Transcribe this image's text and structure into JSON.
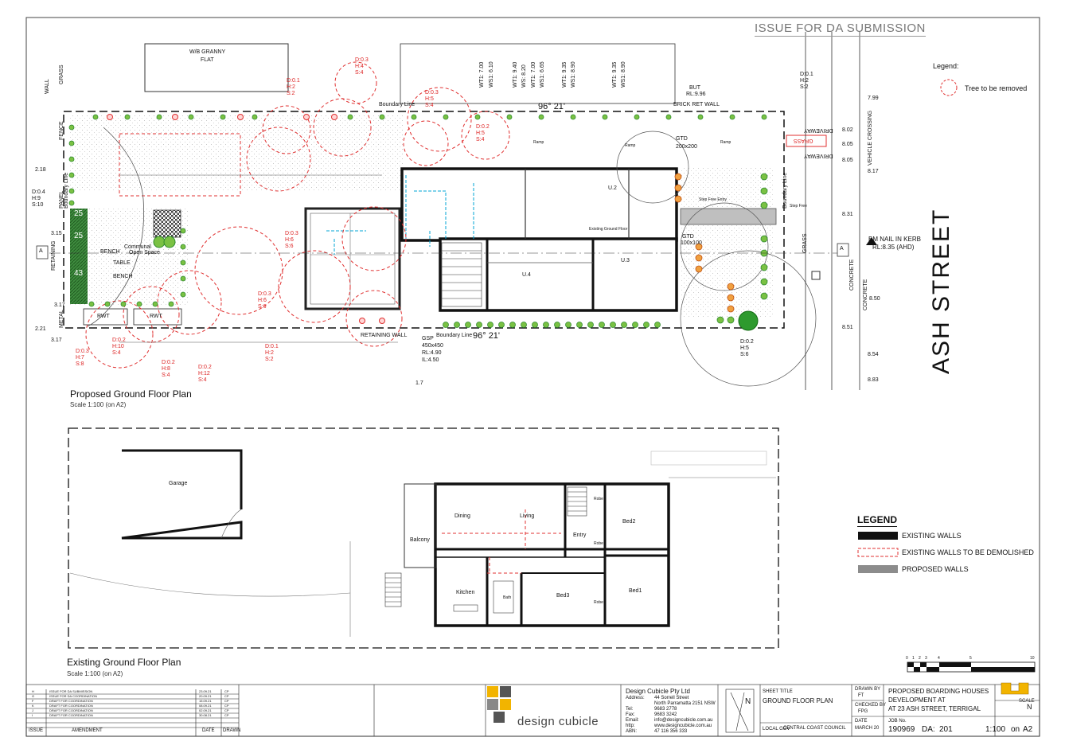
{
  "header": {
    "issue_label": "ISSUE FOR DA SUBMISSION"
  },
  "legend_trees": {
    "title": "Legend:",
    "item": "Tree to be removed"
  },
  "proposed_plan": {
    "title": "Proposed Ground Floor Plan",
    "scale": "Scale 1:100 (on A2)",
    "labels": {
      "granny_flat": "W/B GRANNY",
      "granny_flat2": "FLAT",
      "boundary_line_top": "Boundary Line",
      "boundary_line_bottom": "Boundary Line",
      "bearing_top": "96° 21'",
      "bearing_bottom": "96° 21'",
      "brick_ret_wall": "BRICK     RET     WALL",
      "retaining_wall_bottom": "RETAINING  WALL",
      "driveway1": "DRIVEWAY",
      "driveway2": "DRIVEWAY",
      "grass_tag": "GRASS",
      "vehicle_crossing": "VEHICLE CROSSING",
      "bm_nail": "BM NAIL IN KERB",
      "bm_rl": "RL:8.35 (AHD)",
      "grass_left": "GRASS",
      "wall_left": "WALL",
      "fence_left": "FENCE",
      "panel_left": "PANEL",
      "retaining_left": "RETAINING",
      "metal_left": "METAL",
      "concrete1": "CONCRETE",
      "concrete2": "CONCRETE",
      "grass_right": "GRASS",
      "communal": "Communal",
      "open_space": "Open Space",
      "table": "TABLE",
      "bench1": "BENCH",
      "bench2": "BENCH",
      "rwt1": "RWT",
      "rwt2": "RWT",
      "u2": "U.2",
      "u3": "U.3",
      "u4": "U.4",
      "gtd1": "GTD",
      "gtd1b": "200x200",
      "gtd2": "GTD",
      "gtd2b": "100x100",
      "gsp": "GSP",
      "gsp_size": "450x450",
      "gsp_rl": "RL:4.90",
      "gsp_il": "IL:4.50",
      "step_free1": "Step Free Entry",
      "step_free2": "Step Free",
      "existing_gf": "Existing Ground Floor",
      "section_a_left": "A",
      "section_a_right": "A",
      "boundary_left": "Boundary Line",
      "boundary_right": "Boundary Line",
      "ramp1": "Ramp",
      "ramp2": "Ramp",
      "ramp3": "Ramp",
      "but": "BUT",
      "rl_996": "RL:9.96",
      "tree_tags": [
        {
          "d": "D:0.3",
          "h": "H:4",
          "s": "S:4"
        },
        {
          "d": "D:0.1",
          "h": "H:2",
          "s": "S:2"
        },
        {
          "d": "D:0.3",
          "h": "H:5",
          "s": "S:4"
        },
        {
          "d": "D:0.2",
          "h": "H:5",
          "s": "S:4"
        },
        {
          "d": "D:0.3",
          "h": "H:6",
          "s": "S:6"
        },
        {
          "d": "D:0.3",
          "h": "H:6",
          "s": "S:6"
        },
        {
          "d": "D:0.3",
          "h": "H:7",
          "s": "S:8"
        },
        {
          "d": "D:0.2",
          "h": "H:10",
          "s": "S:4"
        },
        {
          "d": "D:0.1",
          "h": "H:2",
          "s": "S:2"
        },
        {
          "d": "D:0.2",
          "h": "H:8",
          "s": "S:4"
        },
        {
          "d": "D:0.2",
          "h": "H:12",
          "s": "S:4"
        },
        {
          "d": "D:0.1",
          "h": "H:2",
          "s": "S:2"
        },
        {
          "d": "D:0.2",
          "h": "H:5",
          "s": "S:6"
        },
        {
          "d": "D:0.4",
          "h": "H:9",
          "s": "S:10"
        }
      ],
      "levels_top": [
        "WT1: 7.00",
        "WS1: 6.10",
        "WT1: 9.40",
        "WS: 8.20",
        "WT1: 7.00",
        "WS1: 6.65",
        "WT1: 9.35",
        "WS1: 8.90",
        "WT1: 9.35",
        "WS1: 8.90"
      ],
      "spot_levels": [
        "2.18",
        "3.15",
        "3.17",
        "2.21",
        "3.17",
        "7.99",
        "8.02",
        "8.05",
        "8.05",
        "8.17",
        "8.31",
        "8.50",
        "8.51",
        "8.54",
        "8.83"
      ],
      "num_25a": "25",
      "num_25b": "25",
      "num_43": "43",
      "dim_bottom": "1.7"
    }
  },
  "street_name": "ASH     STREET",
  "existing_plan": {
    "title": "Existing Ground Floor Plan",
    "scale": "Scale 1:100 (on A2)",
    "rooms": {
      "garage": "Garage",
      "dining": "Dining",
      "living": "Living",
      "balcony": "Balcony",
      "entry": "Entry",
      "bed2": "Bed2",
      "bed1": "Bed1",
      "bed3": "Bed3",
      "kitchen": "Kitchen",
      "bath": "Bath",
      "robe1": "Robe",
      "robe2": "Robe",
      "robe3": "Robe"
    }
  },
  "legend_walls": {
    "title": "LEGEND",
    "existing": "EXISTING WALLS",
    "demolished": "EXISTING WALLS TO BE DEMOLISHED",
    "proposed": "PROPOSED WALLS"
  },
  "title_block": {
    "revisions": [
      {
        "rev": "H",
        "desc": "ISSUE FOR DA SUBMISSION",
        "date": "23.09.21",
        "by": "CP"
      },
      {
        "rev": "G",
        "desc": "ISSUE FOR DA COORDINATION",
        "date": "20.09.21",
        "by": "CP"
      },
      {
        "rev": "F",
        "desc": "DRAFT FOR COORDINATION",
        "date": "15.09.21",
        "by": "CP"
      },
      {
        "rev": "K",
        "desc": "DRAFT FOR COORDINATION",
        "date": "08.09.21",
        "by": "CP"
      },
      {
        "rev": "J",
        "desc": "DRAFT FOR COORDINATION",
        "date": "02.09.21",
        "by": "CP"
      },
      {
        "rev": "I",
        "desc": "DRAFT FOR COORDINATION",
        "date": "30.08.21",
        "by": "CP"
      }
    ],
    "rev_headers": {
      "issue": "ISSUE",
      "amendment": "AMENDMENT",
      "date": "DATE",
      "drawn": "DRAWN"
    },
    "company": "Design Cubicle Pty Ltd",
    "address_label": "Address:",
    "address1": "44 Sorrell Street",
    "address2": "North Parramatta 2151 NSW",
    "tel_label": "Tel:",
    "tel": "9683 2778",
    "fax_label": "Fax:",
    "fax": "9683 3242",
    "email_label": "Email:",
    "email": "info@designcubicle.com.au",
    "web_label": "http:",
    "web": "www.designcubicle.com.au",
    "abn_label": "ABN:",
    "abn": "47 116 356 333",
    "logo_text": "design cubicle",
    "north": "N",
    "sheet_title_label": "SHEET TITLE",
    "sheet_title": "GROUND FLOOR PLAN",
    "council_label": "LOCAL GOV",
    "council": "CENTRAL COAST COUNCIL",
    "drawn_label": "DRAWN BY",
    "drawn": "FT",
    "checked_label": "CHECKED BY",
    "checked": "FPG",
    "date_label": "DATE",
    "date": "MARCH 20",
    "project1": "PROPOSED BOARDING HOUSES",
    "project2": "DEVELOPMENT AT",
    "project3": "AT 23 ASH STREET, TERRIGAL",
    "job_label": "JOB No.",
    "job": "190969",
    "da": "DA:",
    "dwg": "201",
    "scale": "1:100",
    "on": "on",
    "paper": "A2",
    "scale_label": "SCALE",
    "north_small": "N"
  },
  "scale_bar": {
    "ticks": [
      "0",
      "1",
      "2",
      "3",
      "4",
      "5",
      "10"
    ]
  },
  "colors": {
    "tree_red": "#e03030",
    "hatch_green": "#2e8b2e",
    "wall_black": "#111111",
    "proposed_grey": "#8c8c8c",
    "cyan_services": "#00a6d6",
    "orange_shrub": "#e07020",
    "logo_yellow": "#f2b400"
  }
}
